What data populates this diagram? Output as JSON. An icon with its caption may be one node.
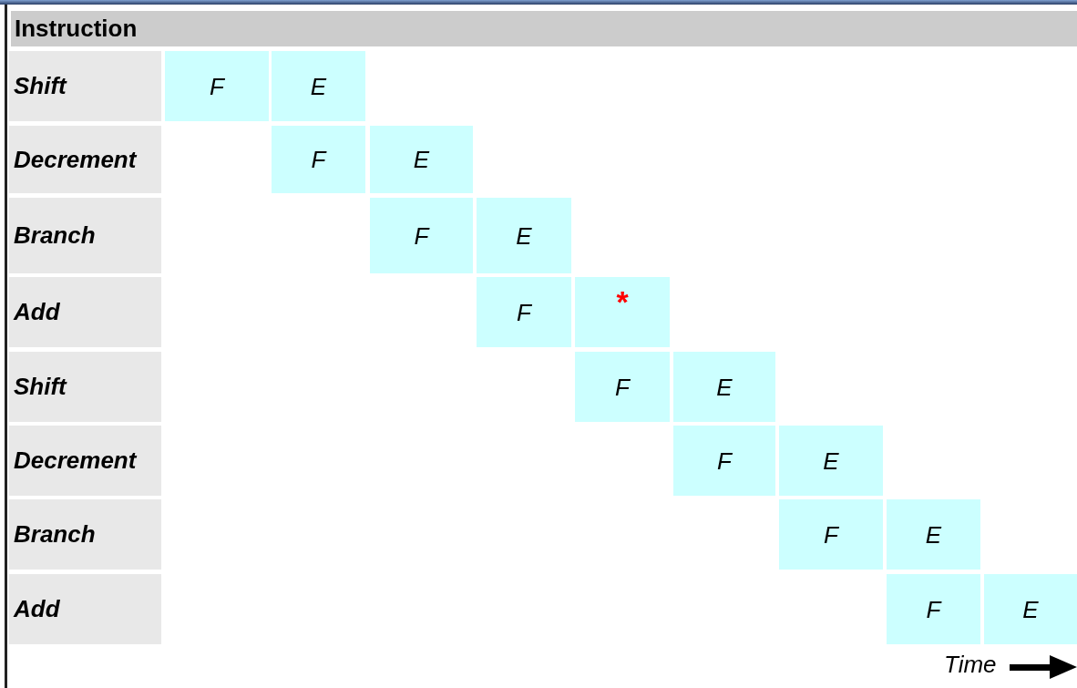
{
  "diagram": {
    "nodes": [
      {
        "text": [
          "Instruction"
        ]
      },
      {
        "text": [
          "Shift"
        ]
      },
      {
        "text": [
          "F"
        ]
      },
      {
        "text": [
          "E"
        ]
      },
      {
        "text": [
          "Decrement"
        ]
      },
      {
        "text": [
          "F"
        ]
      },
      {
        "text": [
          "E"
        ]
      },
      {
        "text": [
          "Branch"
        ]
      },
      {
        "text": [
          "F"
        ]
      },
      {
        "text": [
          "E"
        ]
      },
      {
        "text": [
          "Add"
        ]
      },
      {
        "text": [
          "F"
        ]
      },
      {
        "text": [
          "*"
        ]
      },
      {
        "text": [
          "Shift"
        ]
      },
      {
        "text": [
          "F"
        ]
      },
      {
        "text": [
          "E"
        ]
      },
      {
        "text": [
          "Decrement"
        ]
      },
      {
        "text": [
          "F"
        ]
      },
      {
        "text": [
          "E"
        ]
      },
      {
        "text": [
          "Branch"
        ]
      },
      {
        "text": [
          "F"
        ]
      },
      {
        "text": [
          "E"
        ]
      },
      {
        "text": [
          "Add"
        ]
      },
      {
        "text": [
          "F"
        ]
      },
      {
        "text": [
          "E"
        ]
      }
    ],
    "labels": [
      "Time"
    ]
  }
}
